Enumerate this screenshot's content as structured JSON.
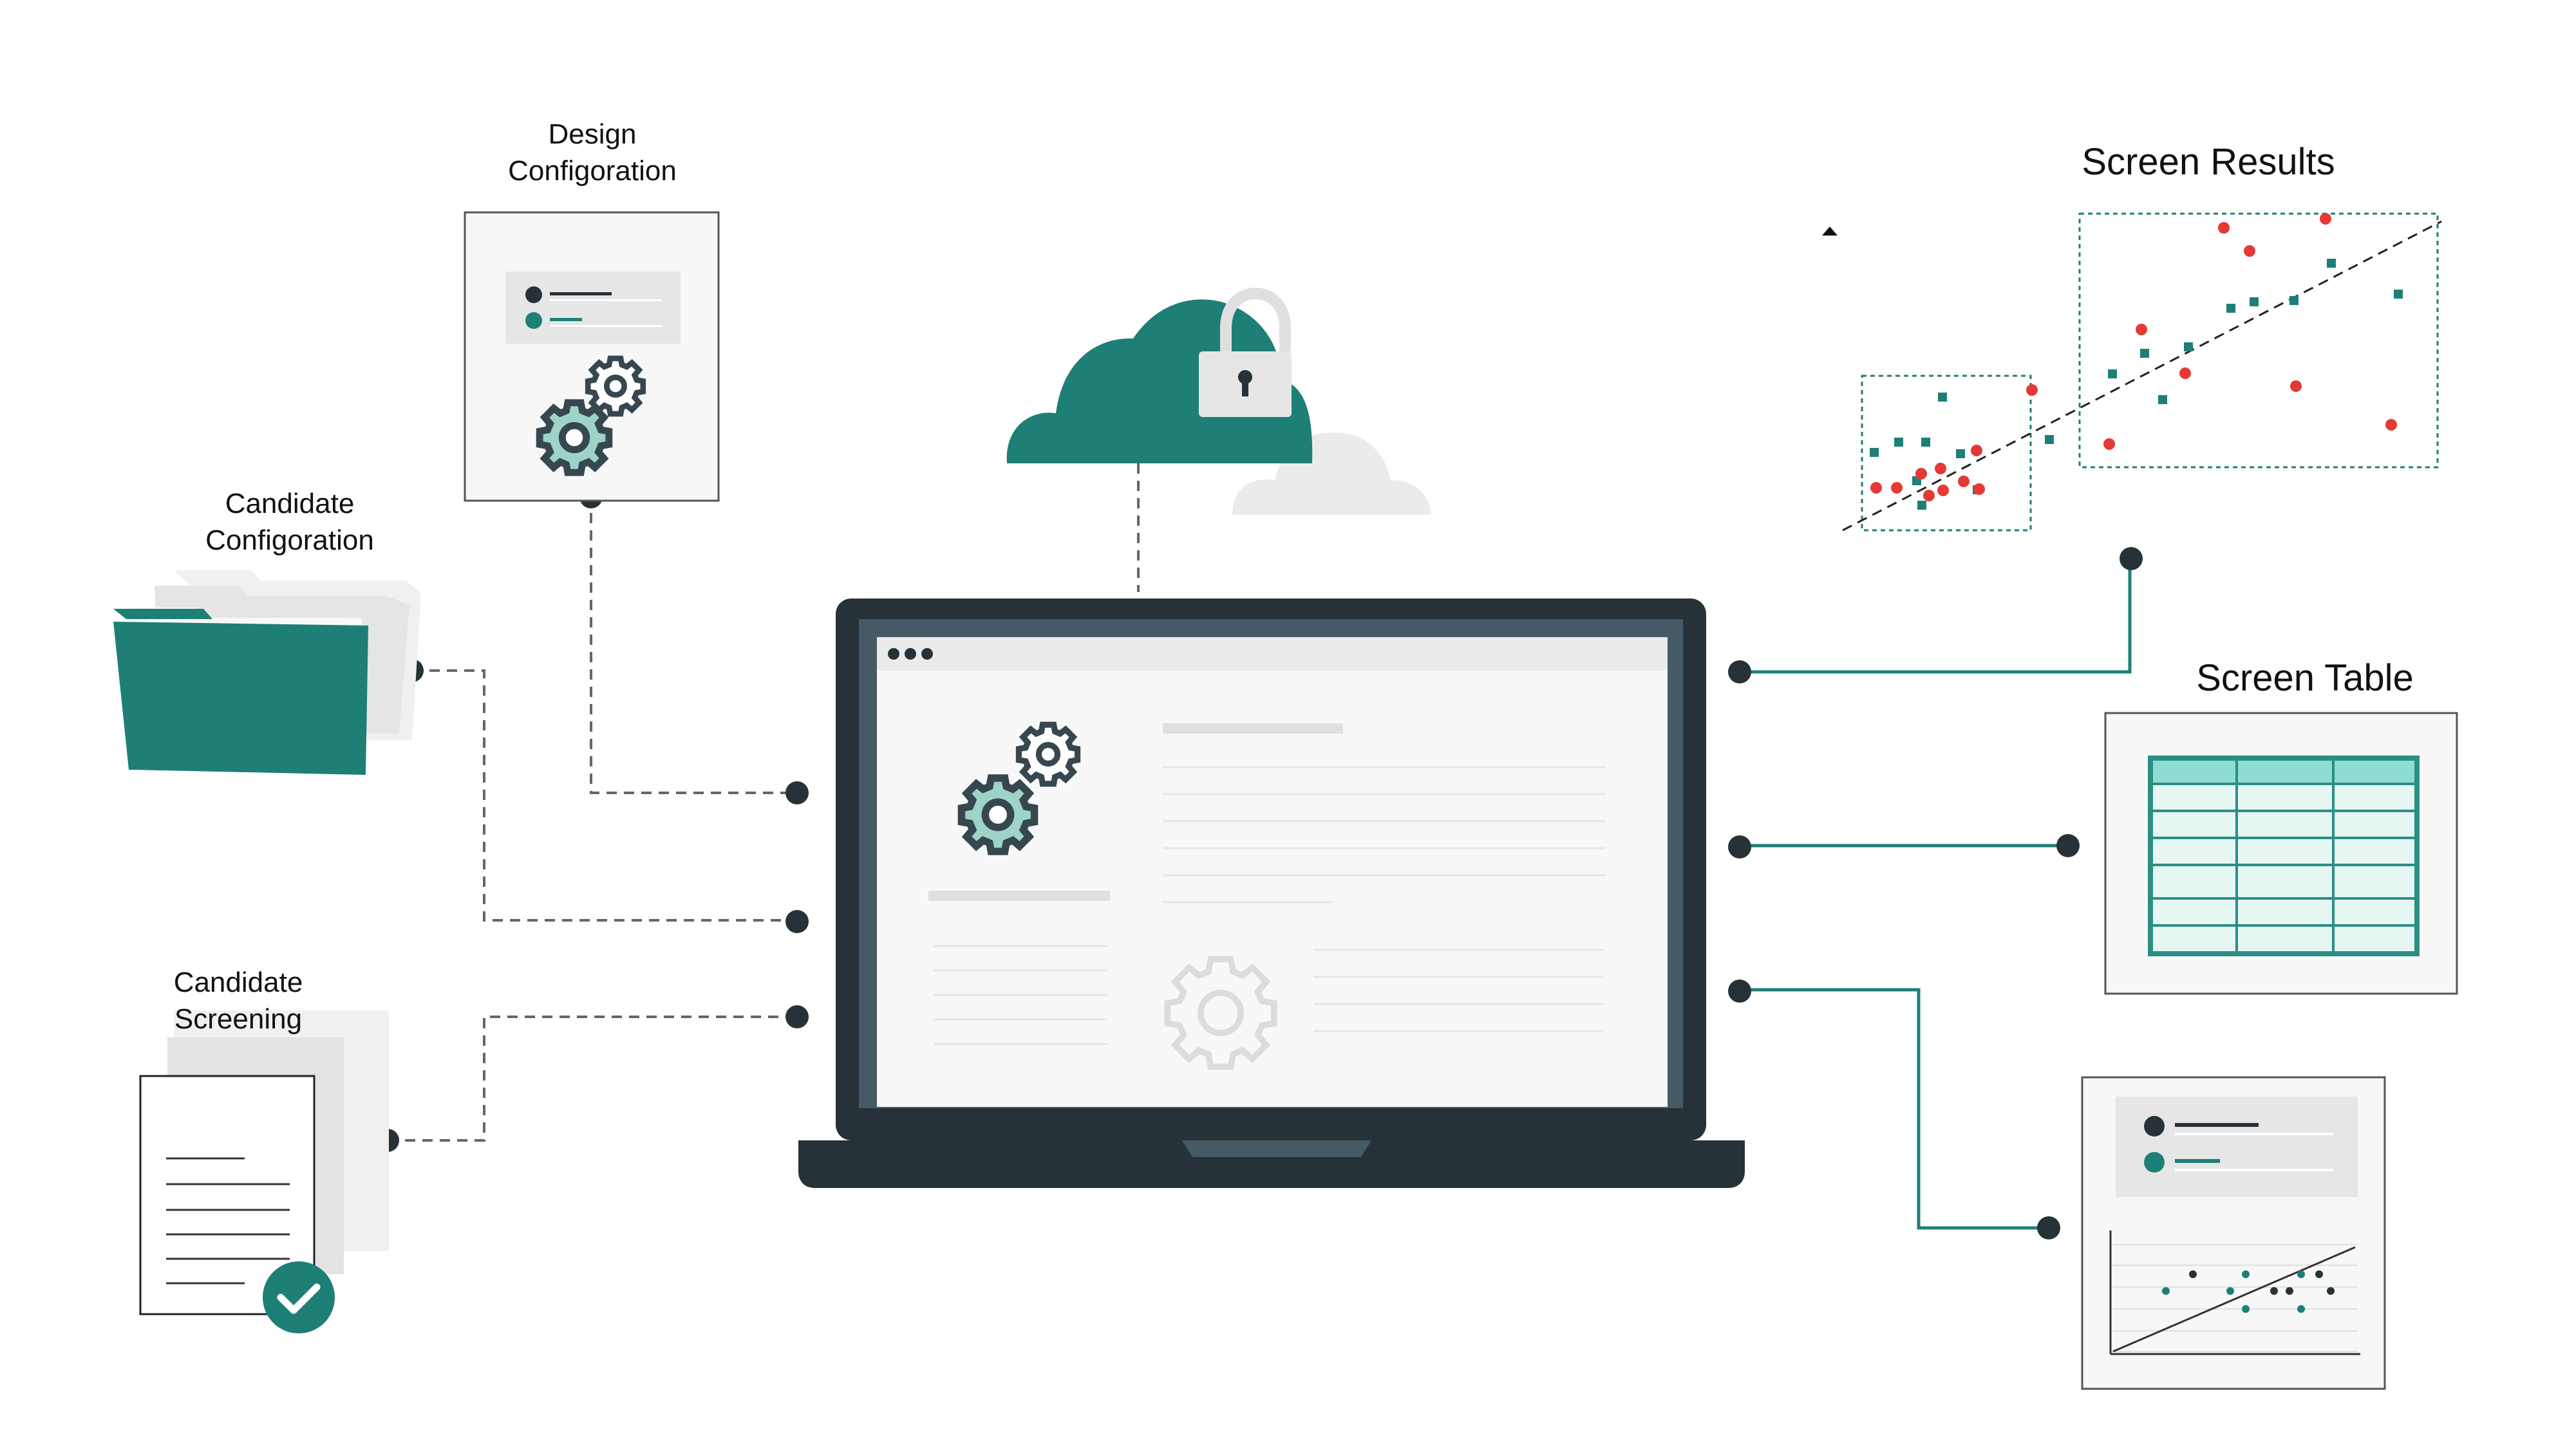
{
  "labels": {
    "design_config": [
      "Design",
      "Configoration"
    ],
    "candidate_config": [
      "Candidate",
      "Configoration"
    ],
    "candidate_screening": [
      "Candidate",
      "Screening"
    ],
    "screen_results": "Screen Results",
    "screen_table": "Screen Table"
  },
  "colors": {
    "teal": "#1e7f77",
    "teal_light": "#8fddd2",
    "dark": "#263238",
    "gray": "#eeeeee",
    "red": "#e53935",
    "gear_fill": "#9ed3c8"
  },
  "icons": [
    "folder-icon",
    "document-check-icon",
    "gear-icon",
    "cloud-lock-icon",
    "laptop-icon",
    "scatter-plot-icon",
    "table-icon",
    "report-icon"
  ]
}
